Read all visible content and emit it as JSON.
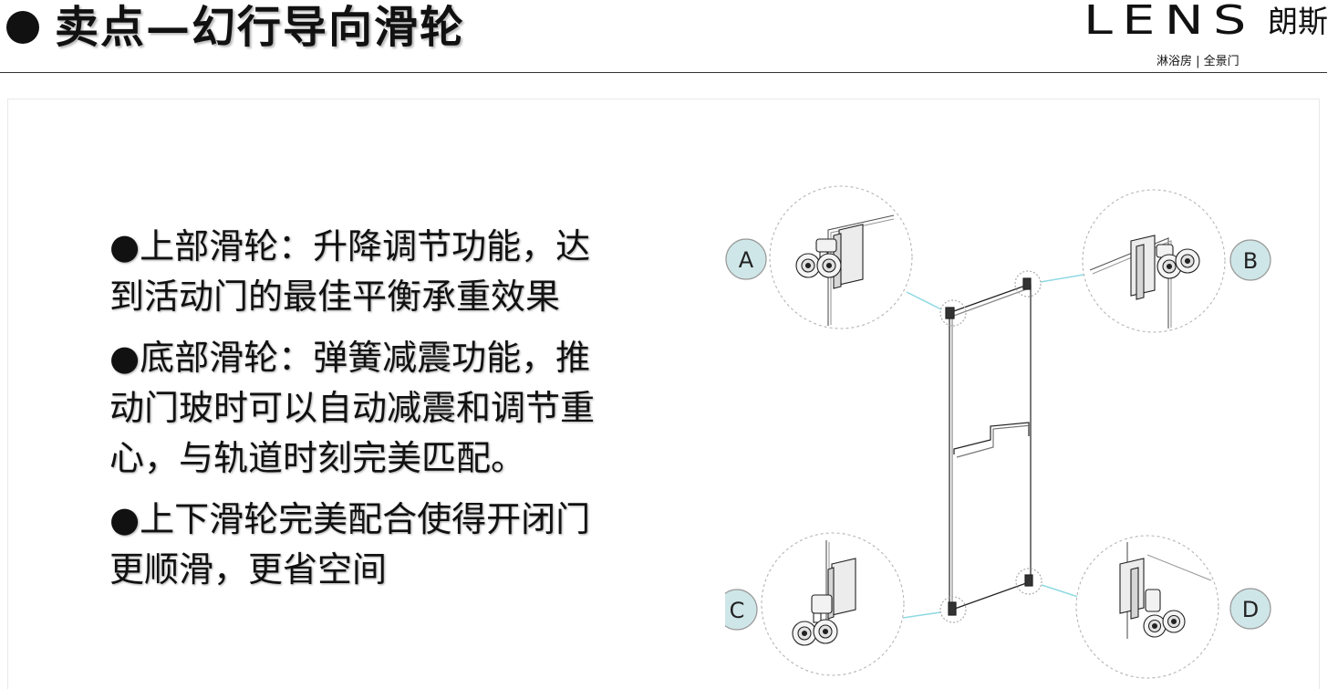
{
  "header": {
    "title": "卖点—幻行导向滑轮",
    "logo_text": "LENS",
    "logo_cn": "朗斯",
    "tagline": "淋浴房 | 全景门"
  },
  "content": {
    "bullets": [
      {
        "lines": [
          "●上部滑轮：升降调节功能，达",
          "到活动门的最佳平衡承重效果"
        ]
      },
      {
        "lines": [
          "●底部滑轮：弹簧减震功能，推",
          "动门玻时可以自动减震和调节重",
          "心，与轨道时刻完美匹配。"
        ]
      },
      {
        "lines": [
          "●上下滑轮完美配合使得开闭门",
          "更顺滑，更省空间"
        ]
      }
    ]
  },
  "diagram": {
    "callouts": {
      "a": "A",
      "b": "B",
      "c": "C",
      "d": "D"
    }
  },
  "colors": {
    "text": "#111111",
    "callout_label_fill": "#cfe6e8",
    "connector": "#8fd9e2",
    "rule": "#333333"
  }
}
